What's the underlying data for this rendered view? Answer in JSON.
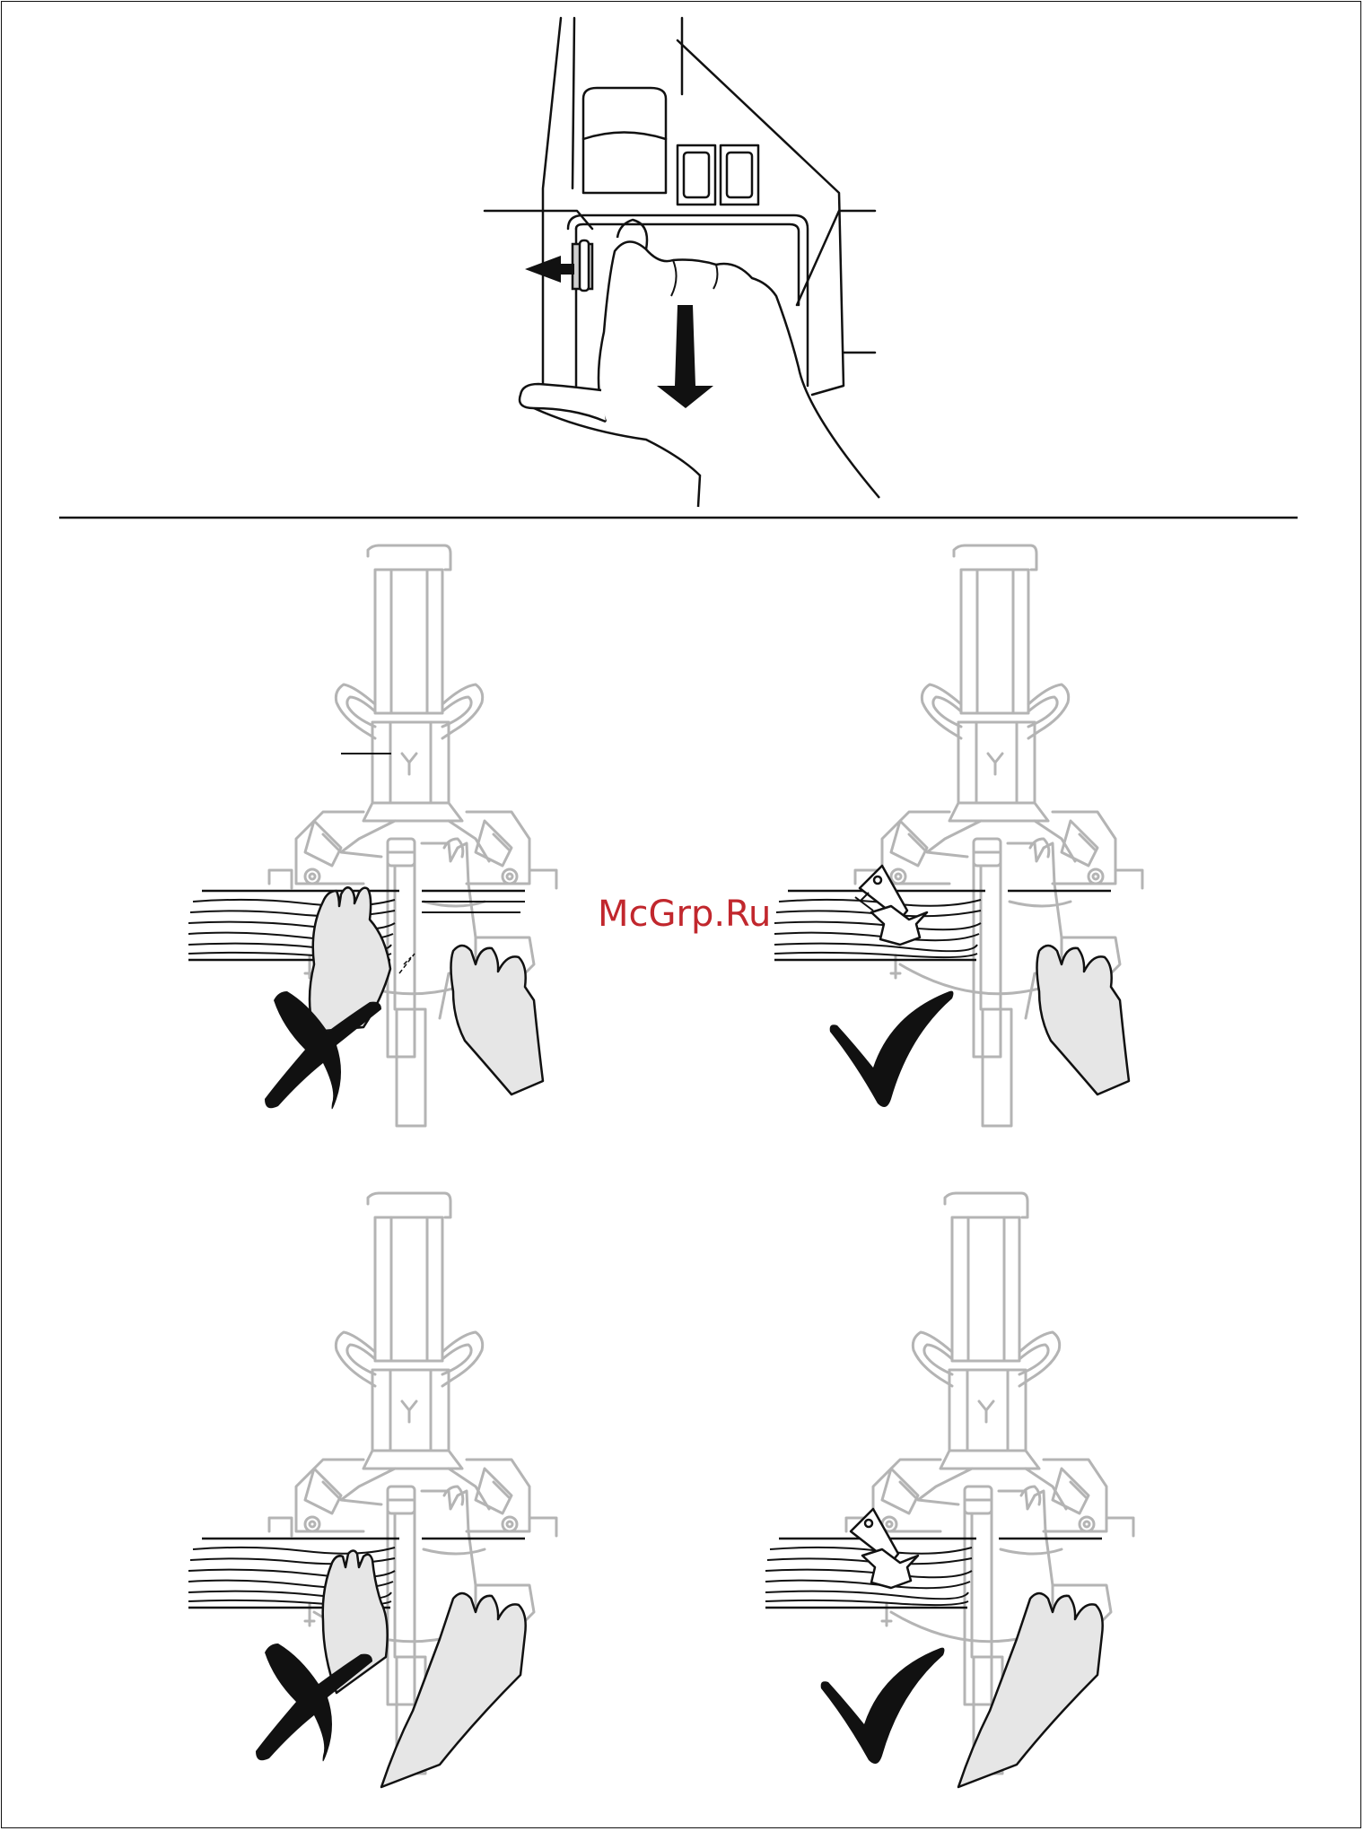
{
  "watermark": {
    "text": "McGrp.Ru",
    "color": "#c1272d"
  },
  "colors": {
    "line": "#111111",
    "ghost": "#b4b4b4",
    "hand_fill": "#e6e6e6",
    "shade": "#cfcfcf"
  },
  "panels": [
    {
      "id": "top",
      "content": "hand-pulling-handle-down"
    },
    {
      "id": "wrong-1",
      "mark": "cross-mark-icon"
    },
    {
      "id": "right-1",
      "mark": "check-mark-icon"
    },
    {
      "id": "wrong-2",
      "mark": "cross-mark-icon"
    },
    {
      "id": "right-2",
      "mark": "check-mark-icon"
    }
  ]
}
